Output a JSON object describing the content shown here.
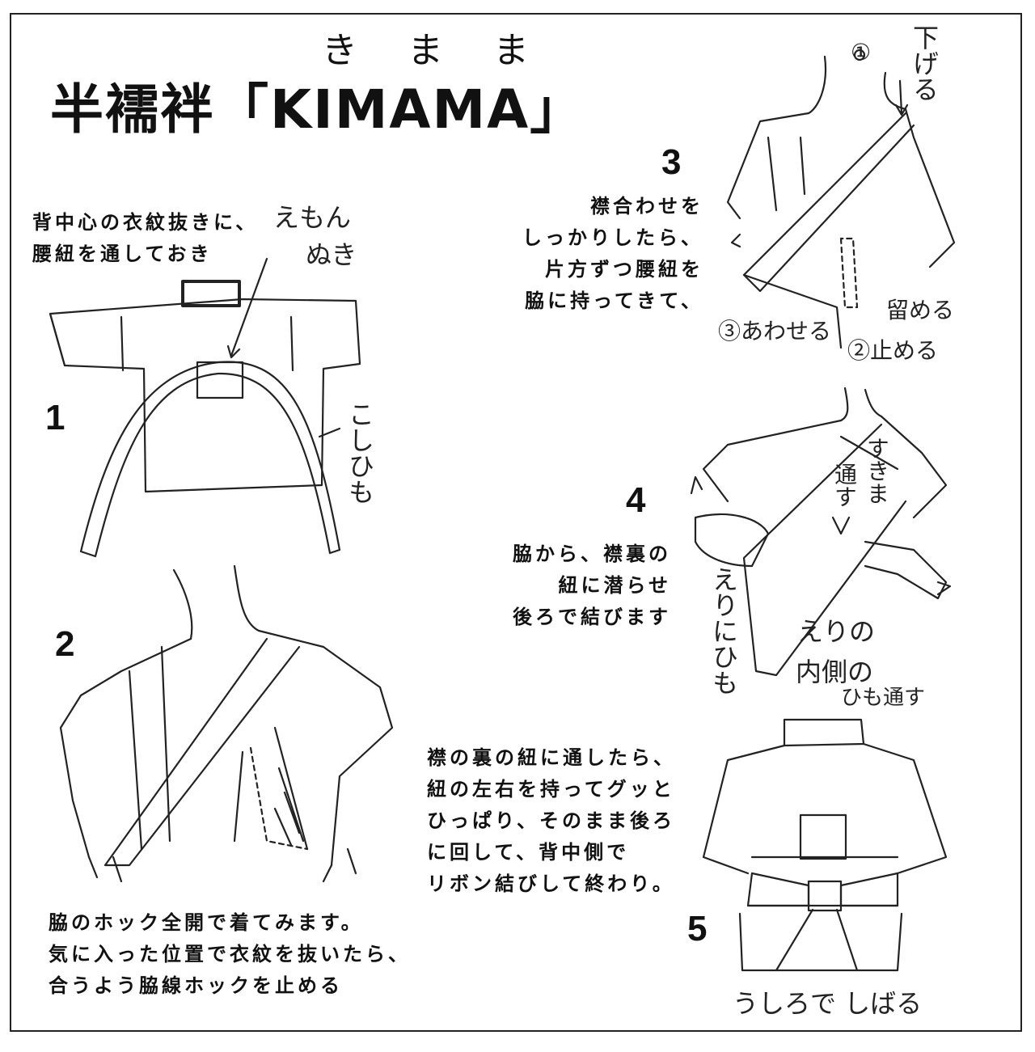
{
  "title": "半襦袢「KIMAMA」",
  "title_ruby": "きまま",
  "steps": [
    {
      "number": "1",
      "text": [
        "背中心の衣紋抜きに、",
        "腰紐を通しておき"
      ]
    },
    {
      "number": "2",
      "text": [
        "脇のホック全開で着てみます。",
        "気に入った位置で衣紋を抜いたら、",
        "合うよう脇線ホックを止める"
      ]
    },
    {
      "number": "3",
      "text": [
        "襟合わせを",
        "しっかりしたら、",
        "片方ずつ腰紐を",
        "脇に持ってきて、"
      ]
    },
    {
      "number": "4",
      "text": [
        "脇から、襟裏の",
        "紐に潜らせ",
        "後ろで結びます"
      ]
    },
    {
      "number": "5",
      "text": [
        "襟の裏の紐に通したら、",
        "紐の左右を持ってグッと",
        "ひっぱり、そのまま後ろ",
        "に回して、背中側で",
        "リボン結びして終わり。"
      ]
    }
  ],
  "handwritten": {
    "emon_1": "えもん",
    "emon_2": "ぬき",
    "koshihimo": "こしひも",
    "sageru": "下げる",
    "awaseru": "③あわせる",
    "tomeru_1": "留める",
    "tomeru_2": "②止める",
    "marker_1": "①",
    "sukima": "すきま",
    "toosu": "通す",
    "eri_ni_himo": "えりにひも",
    "eri_no": "えりの",
    "uchigawa": "内側の",
    "himo_toosu": "ひも通す",
    "ushiro": "うしろで しばる"
  }
}
